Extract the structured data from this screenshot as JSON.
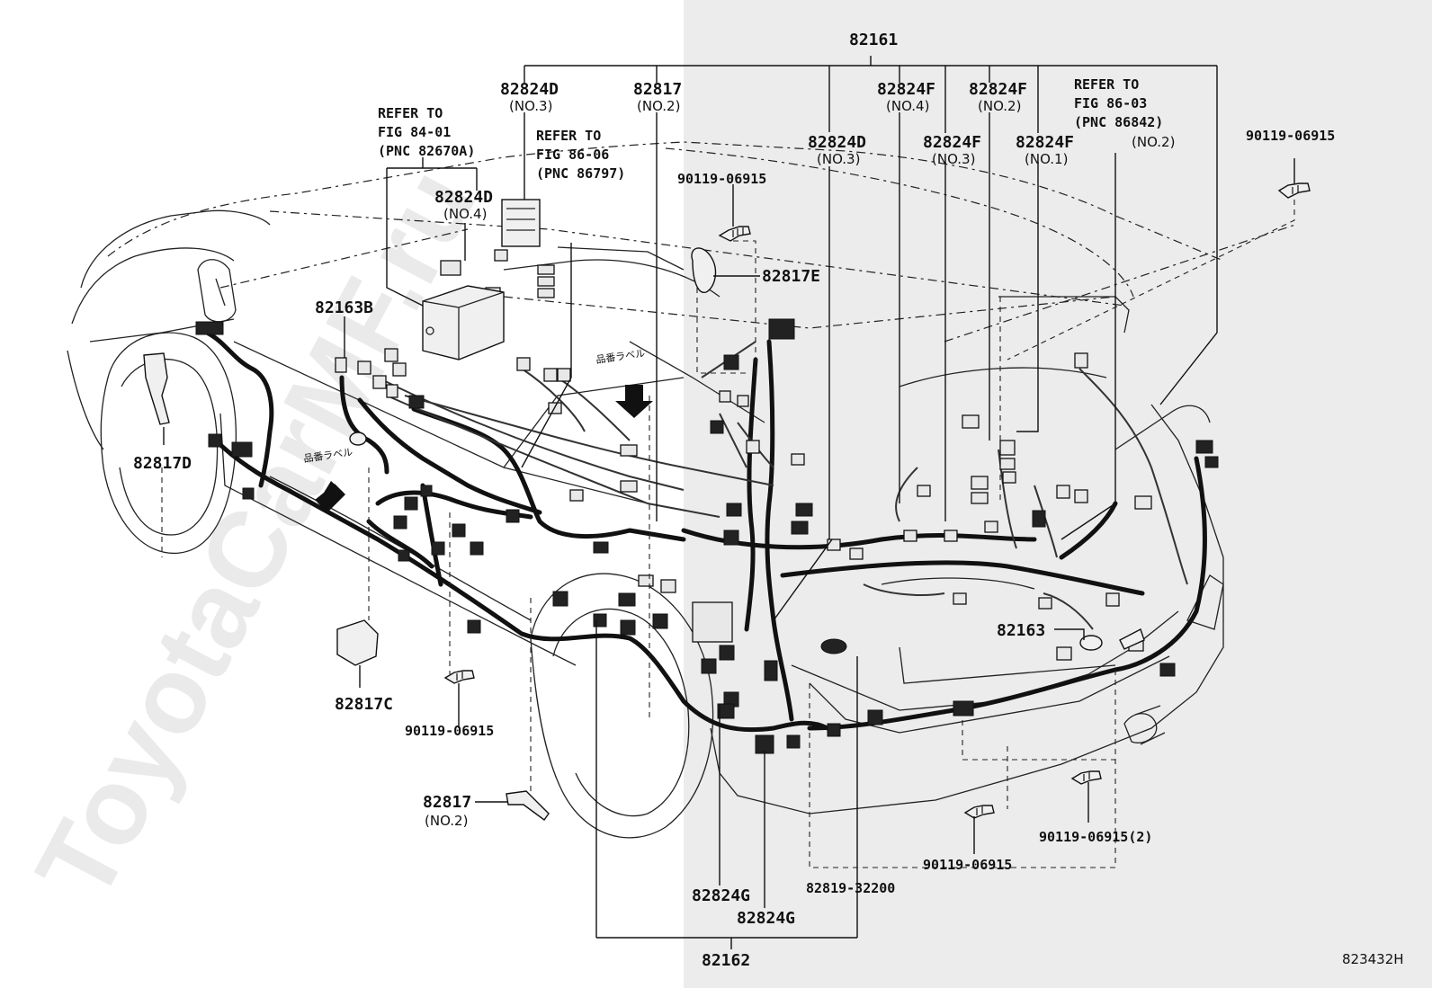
{
  "watermark": "ToyotaCarMF.ru",
  "figure_code": "823432H",
  "labels": {
    "l_82161": "82161",
    "l_82162": "82162",
    "l_82824d_no3_a": "82824D",
    "l_82824d_no3_a_sub": "(NO.3)",
    "l_82817_no2_top": "82817",
    "l_82817_no2_top_sub": "(NO.2)",
    "l_82824f_no4": "82824F",
    "l_82824f_no4_sub": "(NO.4)",
    "l_82824f_no2": "82824F",
    "l_82824f_no2_sub": "(NO.2)",
    "l_82824d_no3_b": "82824D",
    "l_82824d_no3_b_sub": "(NO.3)",
    "l_82824f_no3": "82824F",
    "l_82824f_no3_sub": "(NO.3)",
    "l_82824f_no1": "82824F",
    "l_82824f_no1_sub": "(NO.1)",
    "l_82824d_no4": "82824D",
    "l_82824d_no4_sub": "(NO.4)",
    "l_82163b": "82163B",
    "l_82817e": "82817E",
    "l_82817d": "82817D",
    "l_82817c": "82817C",
    "l_82163": "82163",
    "l_82817_no2_bot": "82817",
    "l_82817_no2_bot_sub": "(NO.2)",
    "l_82824g_a": "82824G",
    "l_82824g_b": "82824G",
    "l_82819": "82819-32200",
    "l_bolt_top_mid": "90119-06915",
    "l_bolt_top_right": "90119-06915",
    "l_bolt_left": "90119-06915",
    "l_bolt_bottom_mid": "90119-06915",
    "l_bolt_bottom_right": "90119-06915(2)"
  },
  "refs": {
    "ref1": [
      "REFER TO",
      "FIG 84-01",
      "(PNC 82670A)"
    ],
    "ref2": [
      "REFER TO",
      "FIG 86-06",
      "(PNC 86797)"
    ],
    "ref3": [
      "REFER TO",
      "FIG 86-03",
      "(PNC 86842)"
    ],
    "ref3_sub": "(NO.2)"
  },
  "japanese_labels": {
    "jp_label_1": "品番ラベル",
    "jp_label_2": "品番ラベル"
  },
  "colors": {
    "line": "#111111",
    "shade": "#ececec",
    "background": "#ffffff"
  }
}
